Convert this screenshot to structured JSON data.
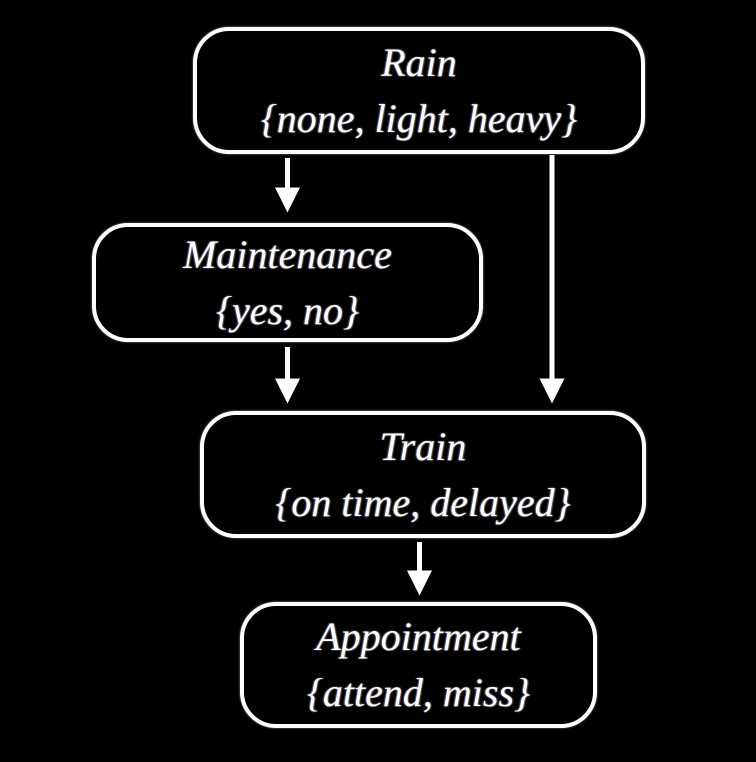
{
  "diagram": {
    "type": "bayesian-network",
    "background_color": "#000000",
    "node_border_color": "#ffffff",
    "text_color": "#ffffff",
    "arrow_color": "#ffffff",
    "nodes": [
      {
        "id": "rain",
        "name": "Rain",
        "values": "{none, light, heavy}"
      },
      {
        "id": "maintenance",
        "name": "Maintenance",
        "values": "{yes, no}"
      },
      {
        "id": "train",
        "name": "Train",
        "values": "{on time, delayed}"
      },
      {
        "id": "appointment",
        "name": "Appointment",
        "values": "{attend, miss}"
      }
    ],
    "edges": [
      {
        "from": "rain",
        "to": "maintenance"
      },
      {
        "from": "rain",
        "to": "train"
      },
      {
        "from": "maintenance",
        "to": "train"
      },
      {
        "from": "train",
        "to": "appointment"
      }
    ]
  }
}
